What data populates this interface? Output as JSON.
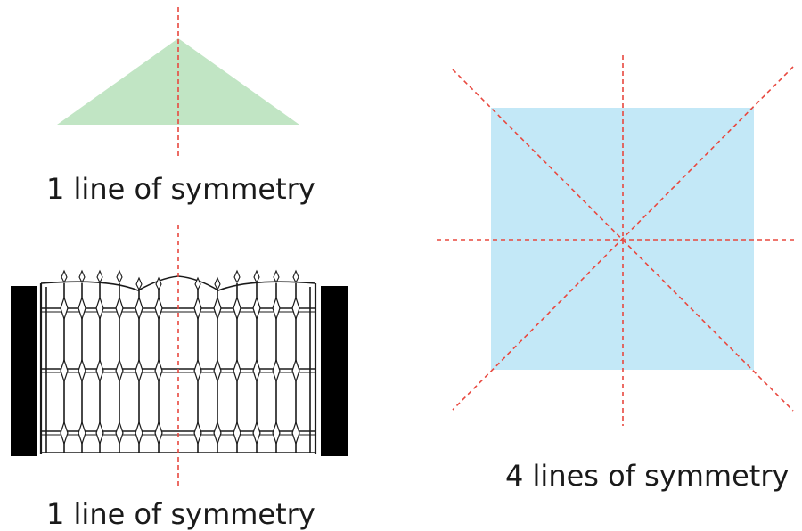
{
  "figures": {
    "triangle": {
      "caption": "1 line of symmetry",
      "fill": "#c1e5c4"
    },
    "gate": {
      "caption": "1 line of symmetry",
      "post_color": "#000000",
      "iron_color": "#1a1a1a"
    },
    "square": {
      "caption": "4 lines of symmetry",
      "fill": "#c3e8f7"
    }
  },
  "symmetry_line_color": "#e8483f"
}
